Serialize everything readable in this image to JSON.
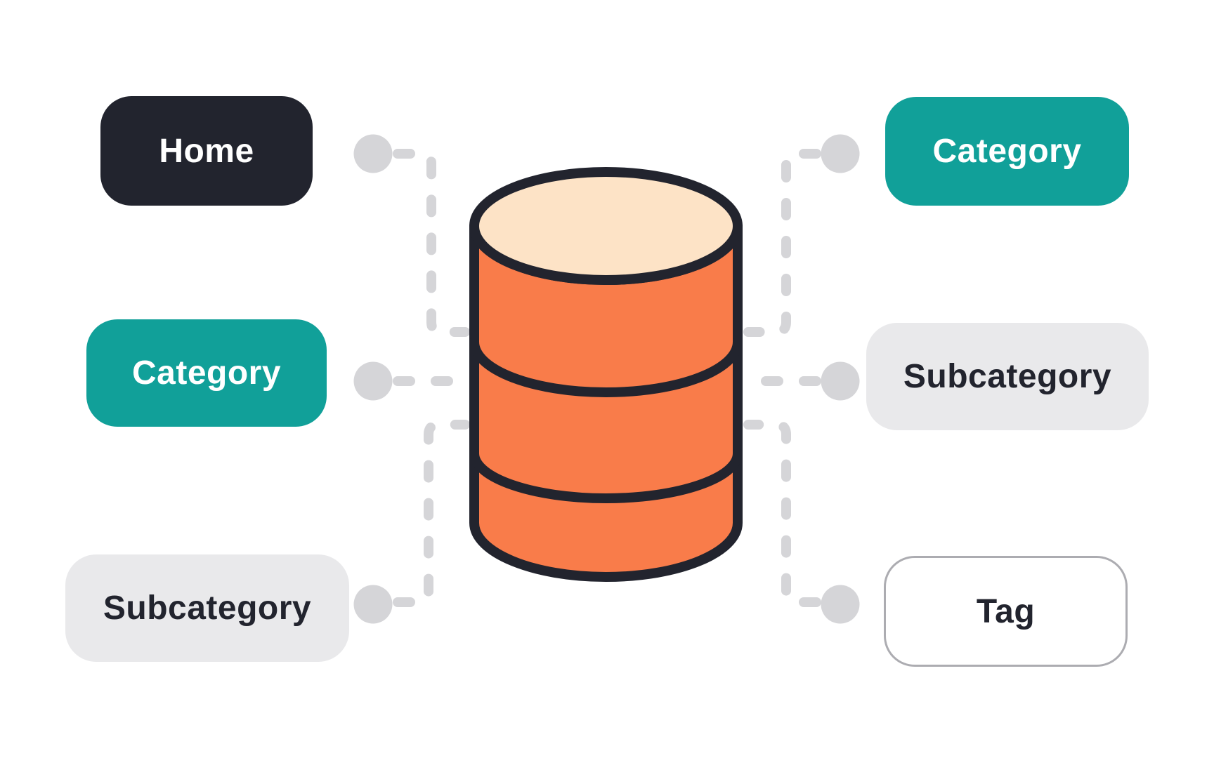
{
  "diagram": {
    "description": "Six page-type nodes connected by dashed lines to a central database cylinder",
    "center_icon": "database-cylinder",
    "left_nodes": [
      {
        "label": "Home",
        "variant": "dark"
      },
      {
        "label": "Category",
        "variant": "teal"
      },
      {
        "label": "Subcategory",
        "variant": "gray"
      }
    ],
    "right_nodes": [
      {
        "label": "Category",
        "variant": "teal"
      },
      {
        "label": "Subcategory",
        "variant": "gray"
      },
      {
        "label": "Tag",
        "variant": "outline"
      }
    ]
  },
  "colors": {
    "background": "#FFFFFF",
    "dark": "#22242E",
    "teal": "#11A099",
    "pill_gray": "#E9E9EB",
    "connector_gray": "#D5D5D8",
    "cylinder_orange": "#F97C4A",
    "cylinder_top": "#FDE3C6",
    "tag_border": "#ACACB1",
    "text_light": "#FFFFFF"
  }
}
